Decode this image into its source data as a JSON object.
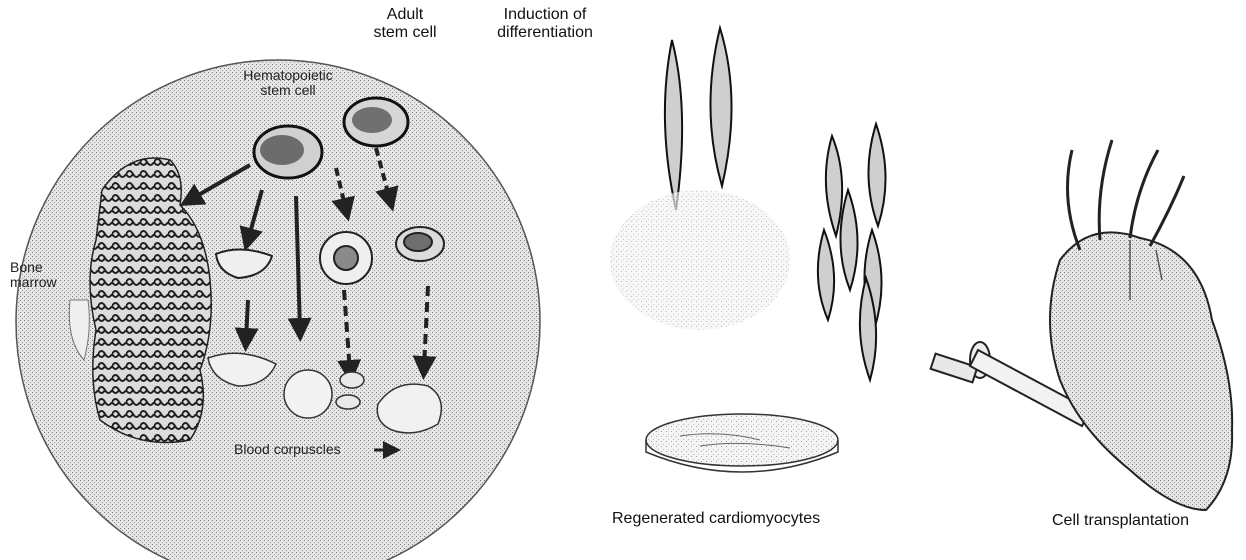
{
  "labels": {
    "adult_stem_cell": [
      "Adult",
      "stem cell"
    ],
    "induction": [
      "Induction of",
      "differentiation"
    ],
    "hematopoietic": [
      "Hematopoietic",
      "stem cell"
    ],
    "bone_marrow": [
      "Bone",
      "marrow"
    ],
    "blood_corpuscles": "Blood corpuscles",
    "regenerated": "Regenerated cardiomyocytes",
    "transplantation": "Cell transplantation"
  },
  "colors": {
    "ink": "#111111",
    "stipple": "#c9c9c9",
    "mid": "#8a8a8a"
  }
}
